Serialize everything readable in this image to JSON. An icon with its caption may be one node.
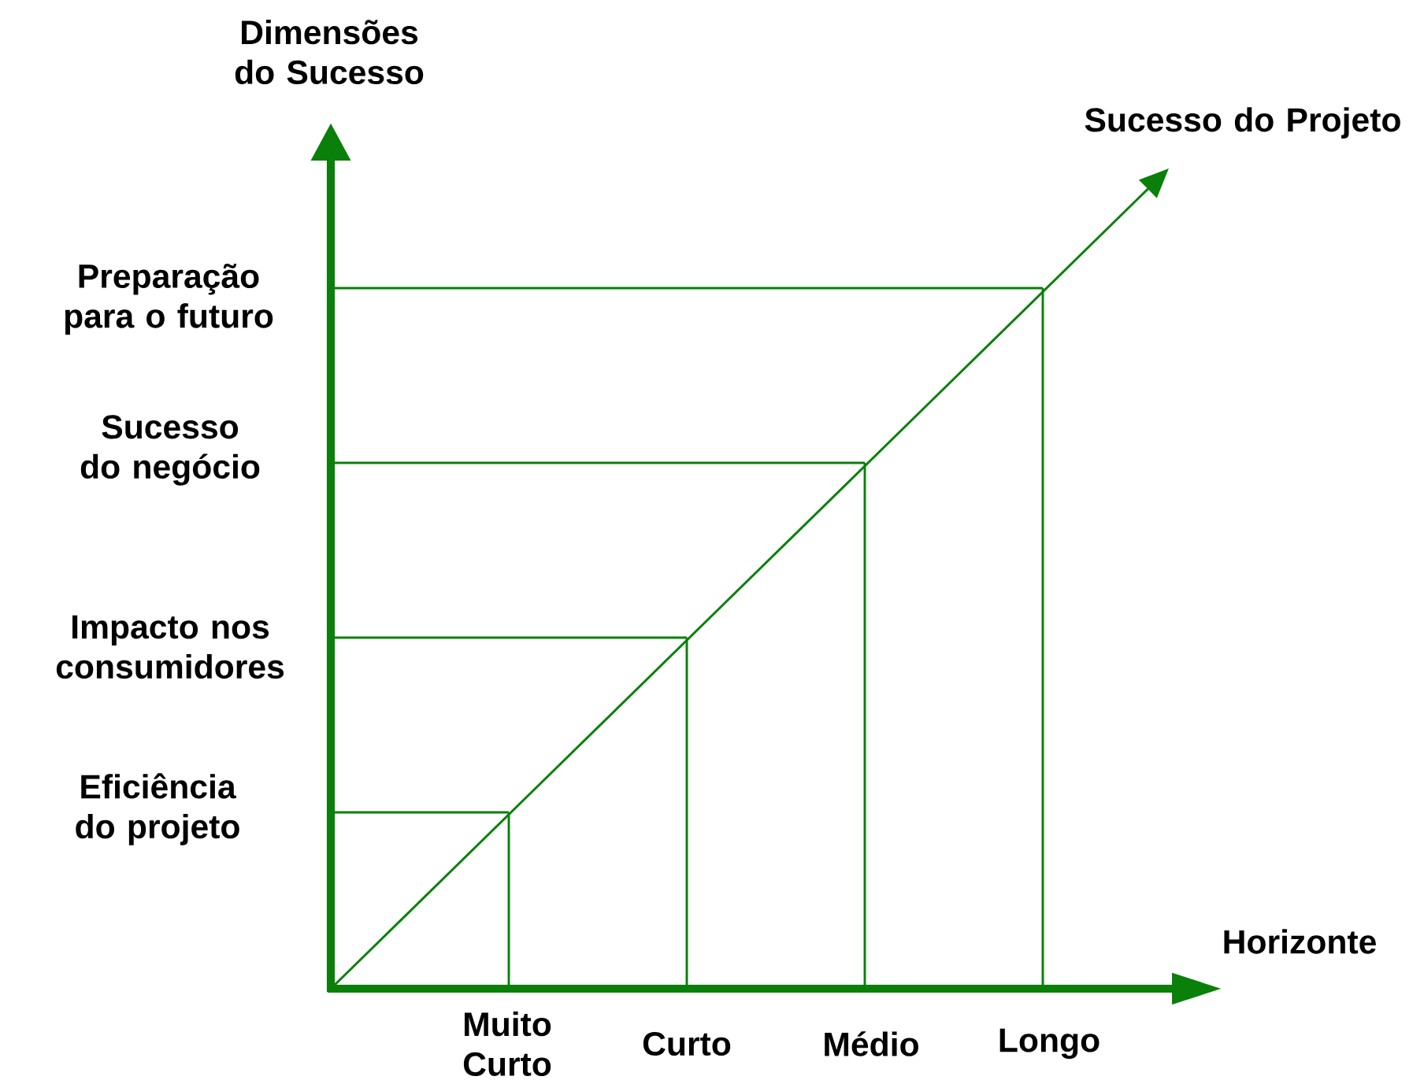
{
  "diagram": {
    "labels": [
      "Dimensões do Sucesso",
      "Sucesso do Projeto",
      "Preparação para o futuro",
      "Sucesso do negócio",
      "Impacto nos consumidores",
      "Eficiência do projeto",
      "Horizonte",
      "Muito Curto",
      "Curto",
      "Médio",
      "Longo"
    ]
  }
}
